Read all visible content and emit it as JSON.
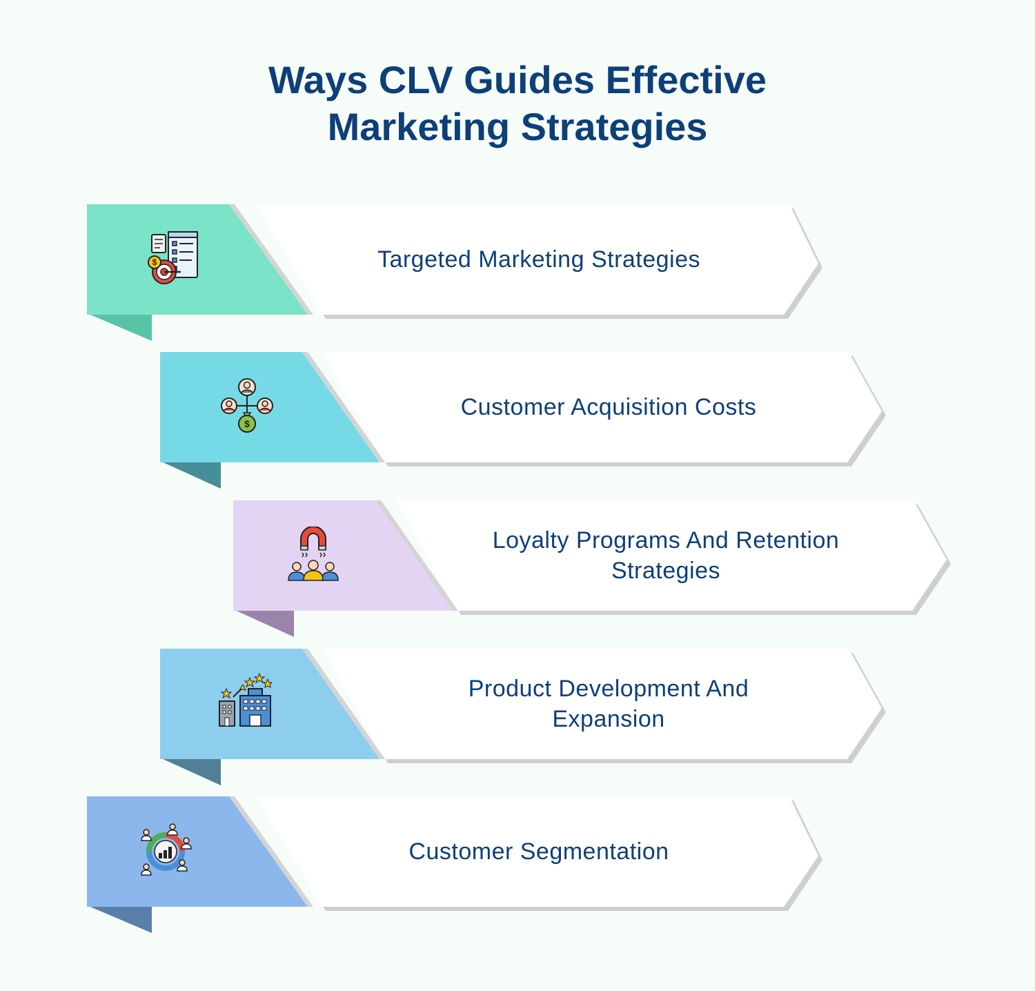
{
  "title": {
    "line1": "Ways CLV Guides Effective",
    "line2": "Marketing Strategies"
  },
  "steps": [
    {
      "line1": "Targeted Marketing Strategies",
      "line2": "",
      "icon": "target-checklist-icon",
      "color": "#7ae3c8",
      "fold": "#58c4a7"
    },
    {
      "line1": "Customer Acquisition Costs",
      "line2": "",
      "icon": "customer-network-money-icon",
      "color": "#76dae6",
      "fold": "#468f98"
    },
    {
      "line1": "Loyalty Programs And Retention",
      "line2": "Strategies",
      "icon": "magnet-customers-icon",
      "color": "#e3d4f3",
      "fold": "#9b84a9"
    },
    {
      "line1": "Product Development And",
      "line2": "Expansion",
      "icon": "business-growth-buildings-icon",
      "color": "#8dcdee",
      "fold": "#527f97"
    },
    {
      "line1": "Customer Segmentation",
      "line2": "",
      "icon": "segmentation-chart-people-icon",
      "color": "#8bb7ec",
      "fold": "#5a7fa8"
    }
  ]
}
